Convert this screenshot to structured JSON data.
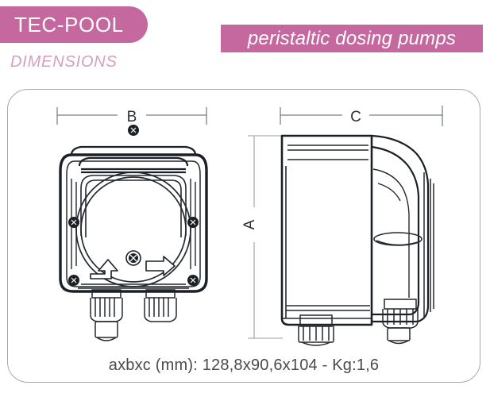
{
  "header": {
    "brand": "TEC-POOL",
    "section": "DIMENSIONS",
    "tagline": "peristaltic dosing pumps",
    "brand_color": "#c4689f",
    "section_color": "#d39fc2",
    "tagline_color": "#ffffff"
  },
  "panel": {
    "caption": "axbxc (mm): 128,8x90,6x104 - Kg:1,6",
    "border_color": "#a9a9a9"
  },
  "drawings": {
    "front_view": {
      "name": "front view",
      "dimension_label": "B"
    },
    "side_view": {
      "name": "side view",
      "dimension_label_width": "C",
      "dimension_label_height": "A"
    }
  }
}
